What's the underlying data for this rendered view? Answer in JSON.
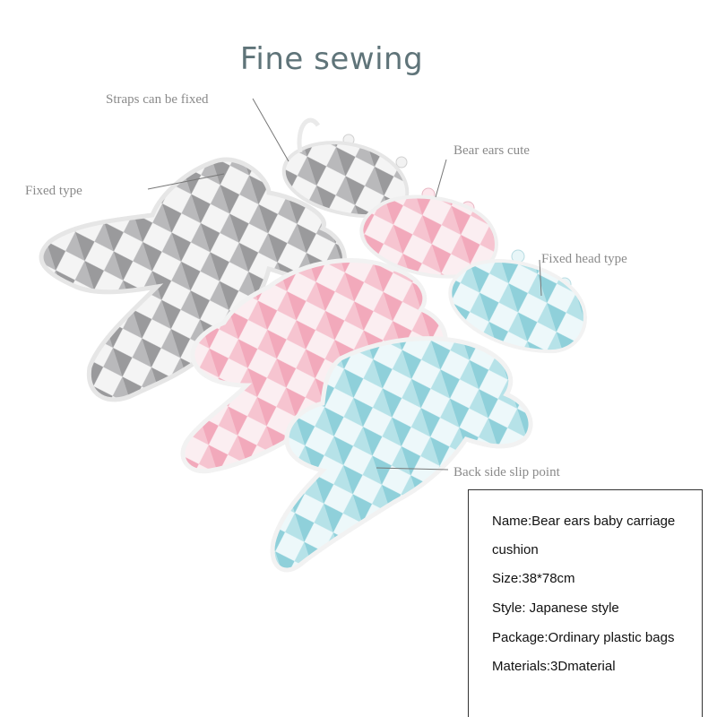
{
  "title": "Fine sewing",
  "callouts": {
    "straps": "Straps can be fixed",
    "fixed_type": "Fixed type",
    "bear_ears": "Bear ears cute",
    "fixed_head": "Fixed head type",
    "back_side": "Back side slip point"
  },
  "info": {
    "name_line1": "Name:Bear ears baby carriage",
    "name_line2": "cushion",
    "size": "Size:38*78cm",
    "style": "Style: Japanese style",
    "package": "Package:Ordinary plastic bags",
    "materials": "Materials:3Dmaterial"
  },
  "colors": {
    "gray": "#8c8c8e",
    "pink": "#f0a6b8",
    "blue": "#8fd0da",
    "title": "#5f7479",
    "callout": "#8a8a8a"
  }
}
